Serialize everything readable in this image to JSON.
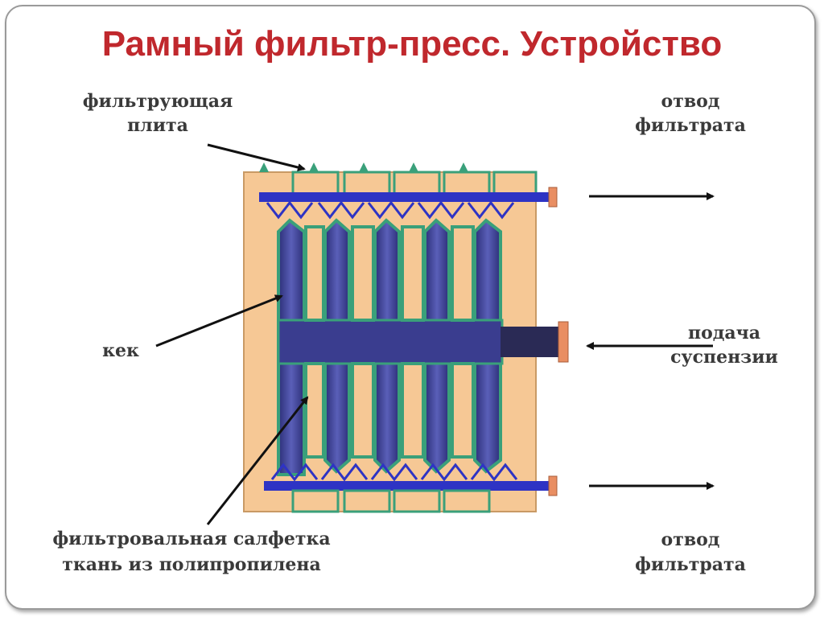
{
  "title": "Рамный фильтр-пресс. Устройство",
  "labels": {
    "plate_line1": "фильтрующая",
    "plate_line2": "плита",
    "filtrate_top_line1": "отвод",
    "filtrate_top_line2": "фильтрата",
    "cake": "кек",
    "feed_line1": "подача",
    "feed_line2": "суспензии",
    "cloth_line1": "фильтровальная салфетка",
    "cloth_line2": "ткань из полипропилена",
    "filtrate_bottom_line1": "отвод",
    "filtrate_bottom_line2": "фильтрата"
  },
  "colors": {
    "title": "#c0282d",
    "frame_fill": "#f6c895",
    "cake": "#3a3d8f",
    "cloth": "#5bb08c",
    "pipe": "#2e33c4",
    "text": "#3a3a3a"
  }
}
